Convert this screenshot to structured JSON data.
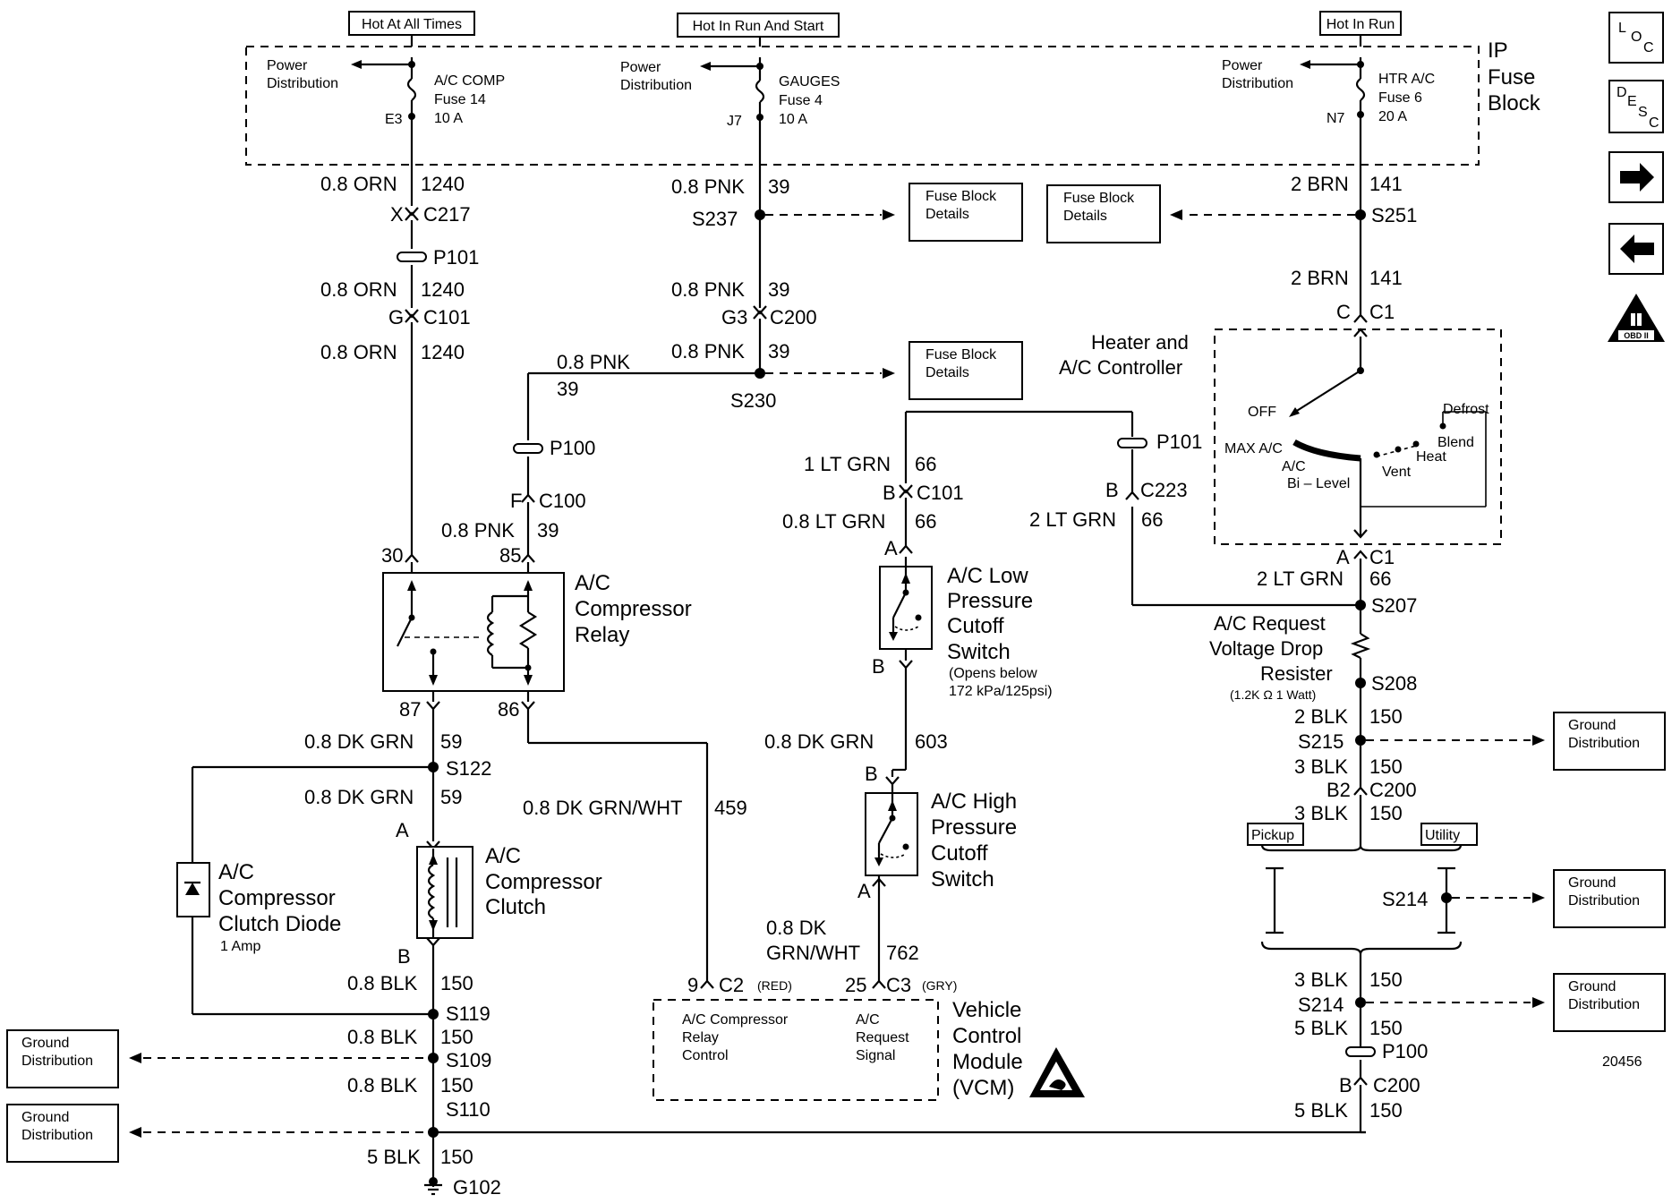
{
  "headers": {
    "hot_at_all_times": "Hot At All Times",
    "hot_in_run_and_start": "Hot In Run And Start",
    "hot_in_run": "Hot In Run"
  },
  "fuse_block": {
    "title_l1": "IP",
    "title_l2": "Fuse",
    "title_l3": "Block",
    "power_dist_l1": "Power",
    "power_dist_l2": "Distribution",
    "fuse14": {
      "name": "A/C COMP",
      "fuse": "Fuse 14",
      "amps": "10 A",
      "term": "E3"
    },
    "fuse4": {
      "name": "GAUGES",
      "fuse": "Fuse 4",
      "amps": "10 A",
      "term": "J7"
    },
    "fuse6": {
      "name": "HTR A/C",
      "fuse": "Fuse 6",
      "amps": "20 A",
      "term": "N7"
    }
  },
  "fuse_block_details": {
    "l1": "Fuse Block",
    "l2": "Details"
  },
  "ground_distribution": {
    "l1": "Ground",
    "l2": "Distribution"
  },
  "wires": {
    "orn_gauge": "0.8 ORN",
    "orn_circuit": "1240",
    "pnk_gauge": "0.8 PNK",
    "pnk_circuit": "39",
    "brn_gauge": "2 BRN",
    "brn_circuit": "141",
    "ltgrn1_gauge": "1 LT GRN",
    "ltgrn08_gauge": "0.8 LT GRN",
    "ltgrn2_gauge": "2 LT GRN",
    "ltgrn_circuit": "66",
    "dkgrn_gauge": "0.8 DK GRN",
    "dkgrn_circuit": "59",
    "dkgrn603_circuit": "603",
    "dkgrnwht_gauge": "0.8 DK GRN/WHT",
    "dkgrnwht_circuit": "459",
    "dkgrnwht_762_l1": "0.8 DK",
    "dkgrnwht_762_l2": "GRN/WHT",
    "dkgrnwht_762_circuit": "762",
    "blk08_gauge": "0.8 BLK",
    "blk2_gauge": "2 BLK",
    "blk3_gauge": "3 BLK",
    "blk5_gauge": "5 BLK",
    "blk_circuit": "150"
  },
  "connectors": {
    "c217": "C217",
    "c217_pin": "X",
    "p101": "P101",
    "c101": "C101",
    "c101_pin": "G",
    "c101b_pin": "B",
    "s237": "S237",
    "s230": "S230",
    "c200": "C200",
    "c200_pin": "G3",
    "c200b2_pin": "B2",
    "c200b_pin": "B",
    "s251": "S251",
    "c1": "C1",
    "c1_top_pin": "C",
    "c1_bot_pin": "A",
    "p100": "P100",
    "c100": "C100",
    "c100_pin": "F",
    "c223": "C223",
    "c223_pin": "B",
    "s207": "S207",
    "s208": "S208",
    "s215": "S215",
    "s214": "S214",
    "s122": "S122",
    "s119": "S119",
    "s109": "S109",
    "s110": "S110",
    "g102": "G102",
    "c2": "C2",
    "c2_pin": "9",
    "c2_color": "(RED)",
    "c3": "C3",
    "c3_pin": "25",
    "c3_color": "(GRY)",
    "pin_a": "A",
    "pin_b": "B",
    "relay_30": "30",
    "relay_85": "85",
    "relay_87": "87",
    "relay_86": "86"
  },
  "components": {
    "relay_l1": "A/C",
    "relay_l2": "Compressor",
    "relay_l3": "Relay",
    "clutch_l1": "A/C",
    "clutch_l2": "Compressor",
    "clutch_l3": "Clutch",
    "diode_l1": "A/C",
    "diode_l2": "Compressor",
    "diode_l3": "Clutch Diode",
    "diode_l4": "1 Amp",
    "low_l1": "A/C Low",
    "low_l2": "Pressure",
    "low_l3": "Cutoff",
    "low_l4": "Switch",
    "low_note1": "(Opens below",
    "low_note2": "172 kPa/125psi)",
    "high_l1": "A/C High",
    "high_l2": "Pressure",
    "high_l3": "Cutoff",
    "high_l4": "Switch",
    "heater_l1": "Heater and",
    "heater_l2": "A/C Controller",
    "mode_off": "OFF",
    "mode_max": "MAX A/C",
    "mode_ac": "A/C",
    "mode_bilevel": "Bi – Level",
    "mode_vent": "Vent",
    "mode_heat": "Heat",
    "mode_blend": "Blend",
    "mode_defrost": "Defrost",
    "resistor_l1": "A/C Request",
    "resistor_l2": "Voltage Drop",
    "resistor_l3": "Resister",
    "resistor_l4": "(1.2K Ω  1 Watt)",
    "vcm_l1": "Vehicle",
    "vcm_l2": "Control",
    "vcm_l3": "Module",
    "vcm_l4": "(VCM)",
    "vcm_relay_l1": "A/C Compressor",
    "vcm_relay_l2": "Relay",
    "vcm_relay_l3": "Control",
    "vcm_req_l1": "A/C",
    "vcm_req_l2": "Request",
    "vcm_req_l3": "Signal",
    "pickup": "Pickup",
    "utility": "Utility"
  },
  "nav": {
    "loc_l": "L",
    "loc_o": "O",
    "loc_c": "C",
    "desc_d": "D",
    "desc_e": "E",
    "desc_s": "S",
    "desc_c": "C",
    "obd": "OBD II",
    "arrow_right": "arrow-right-icon",
    "arrow_left": "arrow-left-icon"
  },
  "diagram_number": "20456"
}
